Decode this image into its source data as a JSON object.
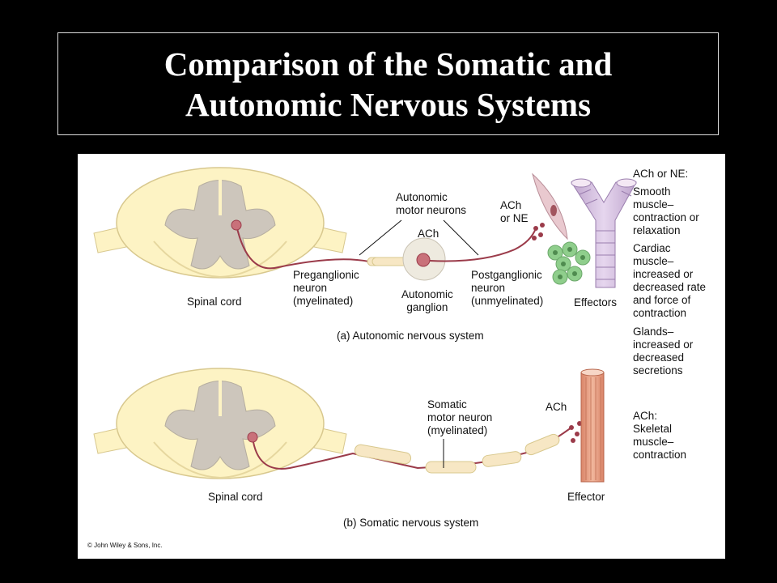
{
  "title": {
    "line1": "Comparison of the Somatic and",
    "line2": "Autonomic Nervous Systems"
  },
  "figure": {
    "autonomic": {
      "spinal_cord": "Spinal cord",
      "autonomic_motor_neurons": [
        "Autonomic",
        "motor neurons"
      ],
      "ach_ganglion": "ACh",
      "ach_or_ne": [
        "ACh",
        "or NE"
      ],
      "preganglionic": [
        "Preganglionic",
        "neuron",
        "(myelinated)"
      ],
      "autonomic_ganglion": [
        "Autonomic",
        "ganglion"
      ],
      "postganglionic": [
        "Postganglionic",
        "neuron",
        "(unmyelinated)"
      ],
      "effectors": "Effectors",
      "caption": "(a) Autonomic nervous system",
      "effects_heading": "ACh or NE:",
      "smooth_muscle": [
        "Smooth",
        "muscle–",
        "contraction or",
        "relaxation"
      ],
      "cardiac_muscle": [
        "Cardiac",
        "muscle–",
        "increased or",
        "decreased rate",
        "and force of",
        "contraction"
      ],
      "glands": [
        "Glands–",
        "increased or",
        "decreased",
        "secretions"
      ]
    },
    "somatic": {
      "spinal_cord": "Spinal cord",
      "somatic_motor_neuron": [
        "Somatic",
        "motor neuron",
        "(myelinated)"
      ],
      "ach": "ACh",
      "effector": "Effector",
      "caption": "(b) Somatic nervous system",
      "effects_heading": "ACh:",
      "skeletal_muscle": [
        "Skeletal",
        "muscle–",
        "contraction"
      ]
    },
    "copyright": "© John Wiley & Sons, Inc."
  },
  "colors": {
    "background": "#000000",
    "cord_white_matter": "#fdf3c4",
    "cord_gray_matter": "#cdc6bc",
    "axon": "#9b3b4a",
    "myelin": "#f7e7c4",
    "smooth_muscle_cell": "#e9c9cf",
    "blood_vessel": "#cdb6d8",
    "cardiac_gland_cells": "#8fce8c",
    "skeletal_muscle": "#e6a084"
  }
}
